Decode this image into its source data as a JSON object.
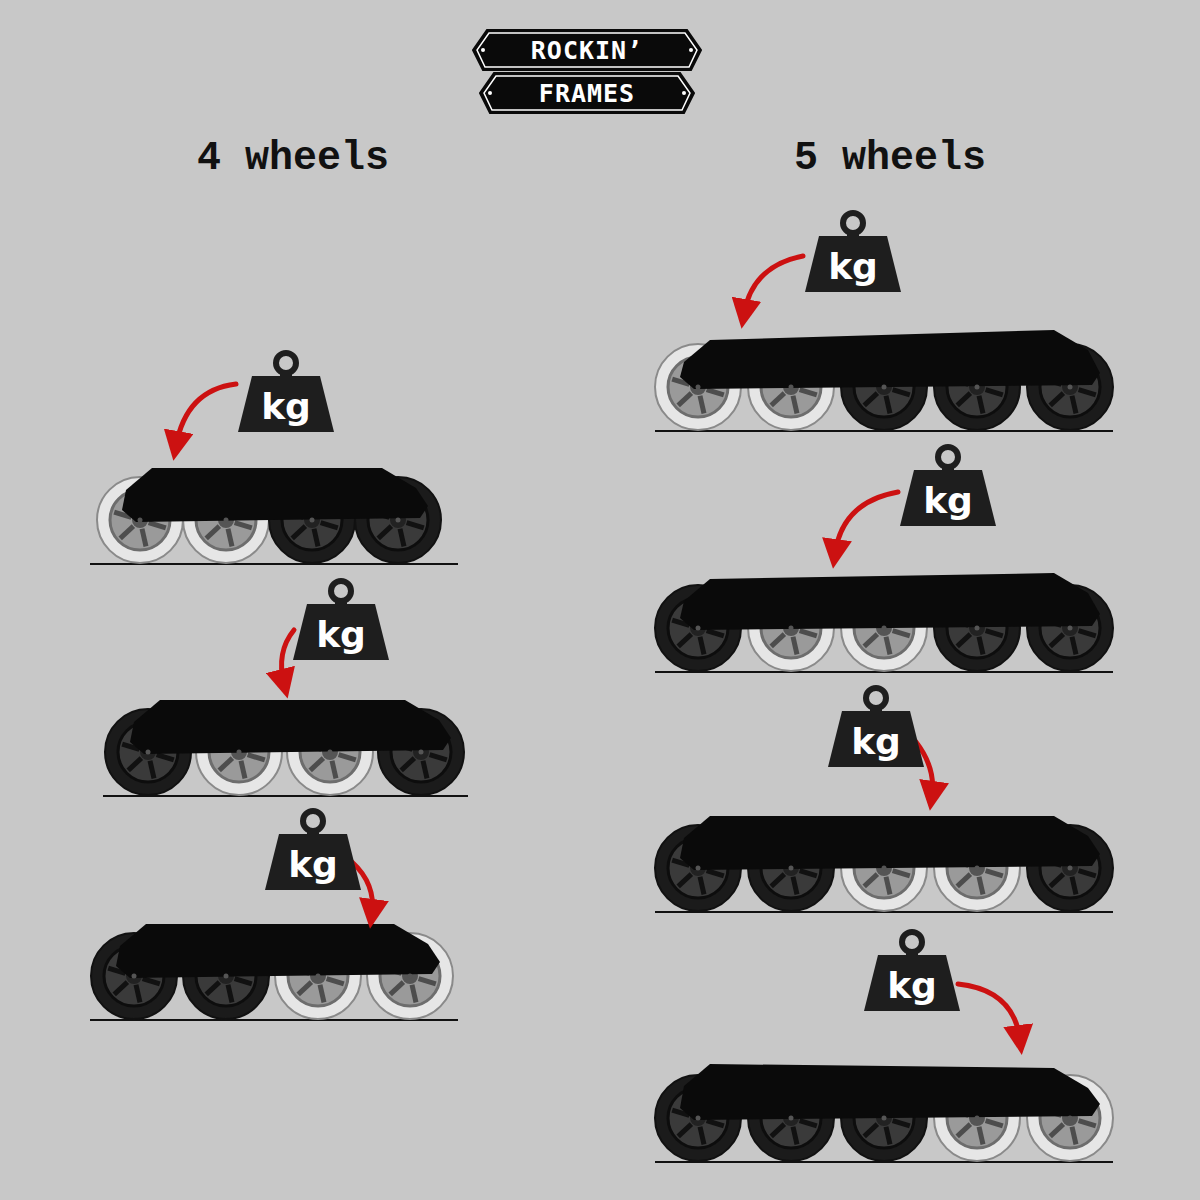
{
  "diagram": {
    "nodes": [
      {
        "text": [
          "ROCKIN’"
        ]
      },
      {
        "text": [
          "FRAMES"
        ]
      },
      {
        "text": [
          "kg"
        ]
      },
      {
        "text": [
          "kg"
        ]
      },
      {
        "text": [
          "kg"
        ]
      },
      {
        "text": [
          "kg"
        ]
      },
      {
        "text": [
          "kg"
        ]
      },
      {
        "text": [
          "kg"
        ]
      },
      {
        "text": [
          "kg"
        ]
      }
    ],
    "labels": [
      "4 wheels",
      "5 wheels"
    ]
  }
}
